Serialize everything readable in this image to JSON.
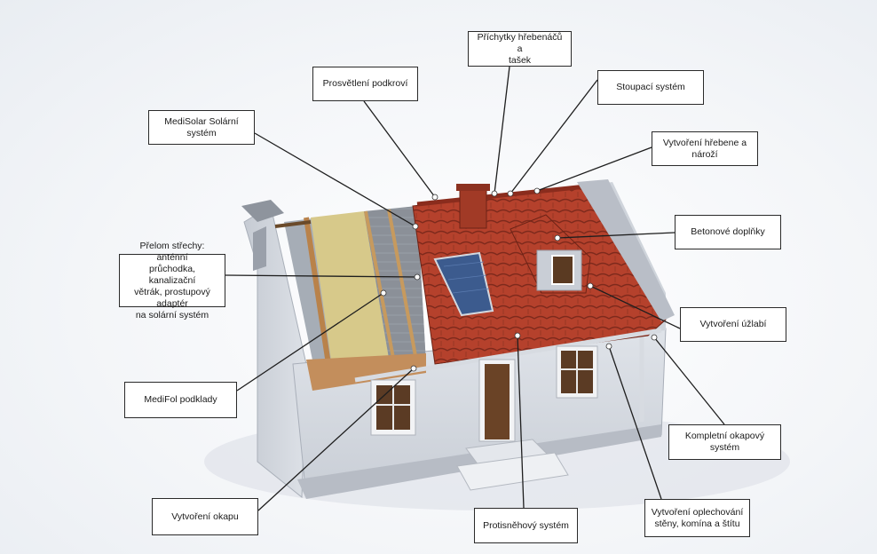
{
  "labels": {
    "prichytky": "Příchytky hřebenáčů a\ntašek",
    "prosvetleni": "Prosvětlení podkroví",
    "stoupaci": "Stoupací systém",
    "medisolar": "MediSolar Solární systém",
    "hreben": "Vytvoření hřebene a\nnároží",
    "betonove": "Betonové doplňky",
    "prelom": "Přelom střechy: anténní\nprůchodka, kanalizační\nvětrák, prostupový adaptér\nna solární systém",
    "uzlabi": "Vytvoření úžlabí",
    "medifol": "MediFol podklady",
    "okapovy": "Kompletní okapový\nsystém",
    "okap": "Vytvoření okapu",
    "protisnehovy": "Protisněhový systém",
    "oplechovani": "Vytvoření oplechování\nstěny, komína a štítu"
  },
  "colors": {
    "tile": "#b5412c",
    "tile_dark": "#7e2a1c",
    "wall": "#d9dde4",
    "wall_shadow": "#b9bec8",
    "insulation": "#d7c98a",
    "frame": "#000000"
  }
}
